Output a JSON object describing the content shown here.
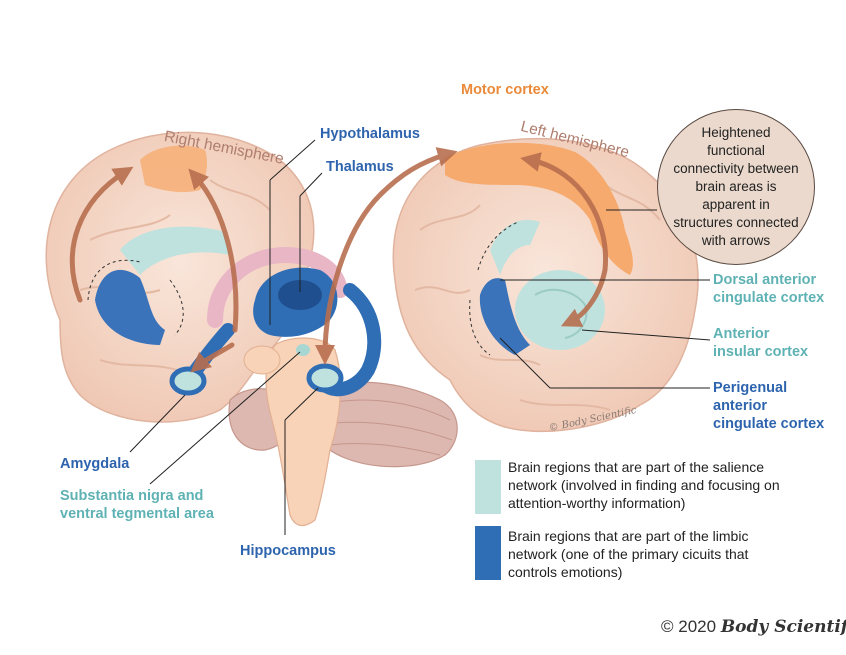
{
  "labels": {
    "motor_cortex": "Motor cortex",
    "right_hemisphere": "Right hemisphere",
    "left_hemisphere": "Left hemisphere",
    "hypothalamus": "Hypothalamus",
    "thalamus": "Thalamus",
    "dorsal_acc_line1": "Dorsal anterior",
    "dorsal_acc_line2": "cingulate cortex",
    "anterior_insular_line1": "Anterior",
    "anterior_insular_line2": "insular cortex",
    "perigenual_line1": "Perigenual",
    "perigenual_line2": "anterior",
    "perigenual_line3": "cingulate cortex",
    "amygdala": "Amygdala",
    "substantia_line1": "Substantia nigra and",
    "substantia_line2": "ventral tegmental area",
    "hippocampus": "Hippocampus"
  },
  "callout": {
    "text": "Heightened functional connectivity between brain areas is apparent in structures connected with arrows"
  },
  "legend": [
    {
      "color": "#bfe2de",
      "lines": [
        "Brain regions that are part of the salience",
        "network (involved in finding and focusing on",
        "attention-worthy information)"
      ]
    },
    {
      "color": "#2f6db5",
      "lines": [
        "Brain regions that are part of the limbic",
        "network (one of the primary cicuits that",
        "controls emotions)"
      ]
    }
  ],
  "signature": "© Body Scientific",
  "copyright": {
    "prefix": "© 2020",
    "brand": "Body Scientific"
  },
  "colors": {
    "salience": "#bfe2de",
    "limbic": "#2f6db5",
    "motor": "#f6a868",
    "arrow": "#b86f4f",
    "brain": "#f4d8c8"
  }
}
